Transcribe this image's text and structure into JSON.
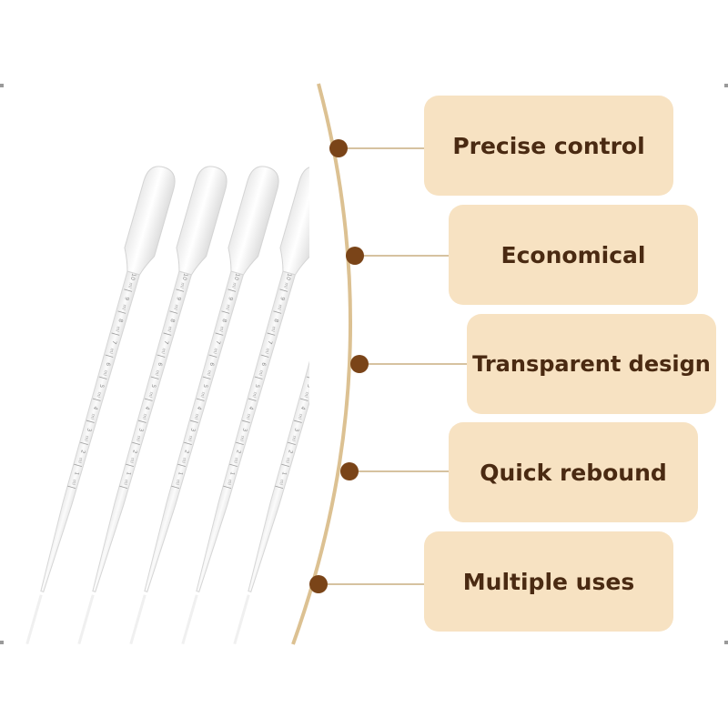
{
  "features": [
    {
      "label": "Precise control"
    },
    {
      "label": "Economical"
    },
    {
      "label": "Transparent design"
    },
    {
      "label": "Quick rebound"
    },
    {
      "label": "Multiple uses"
    }
  ],
  "pipette": {
    "count": 5,
    "scale_numbers": [
      "10",
      "9",
      "8",
      "7",
      "6",
      "5",
      "4",
      "3",
      "2",
      "1"
    ],
    "unit": "ml"
  },
  "colors": {
    "curve": "#dcc192",
    "dot": "#7a4418",
    "card": "#f7e2c2",
    "text": "#4a2a12"
  }
}
